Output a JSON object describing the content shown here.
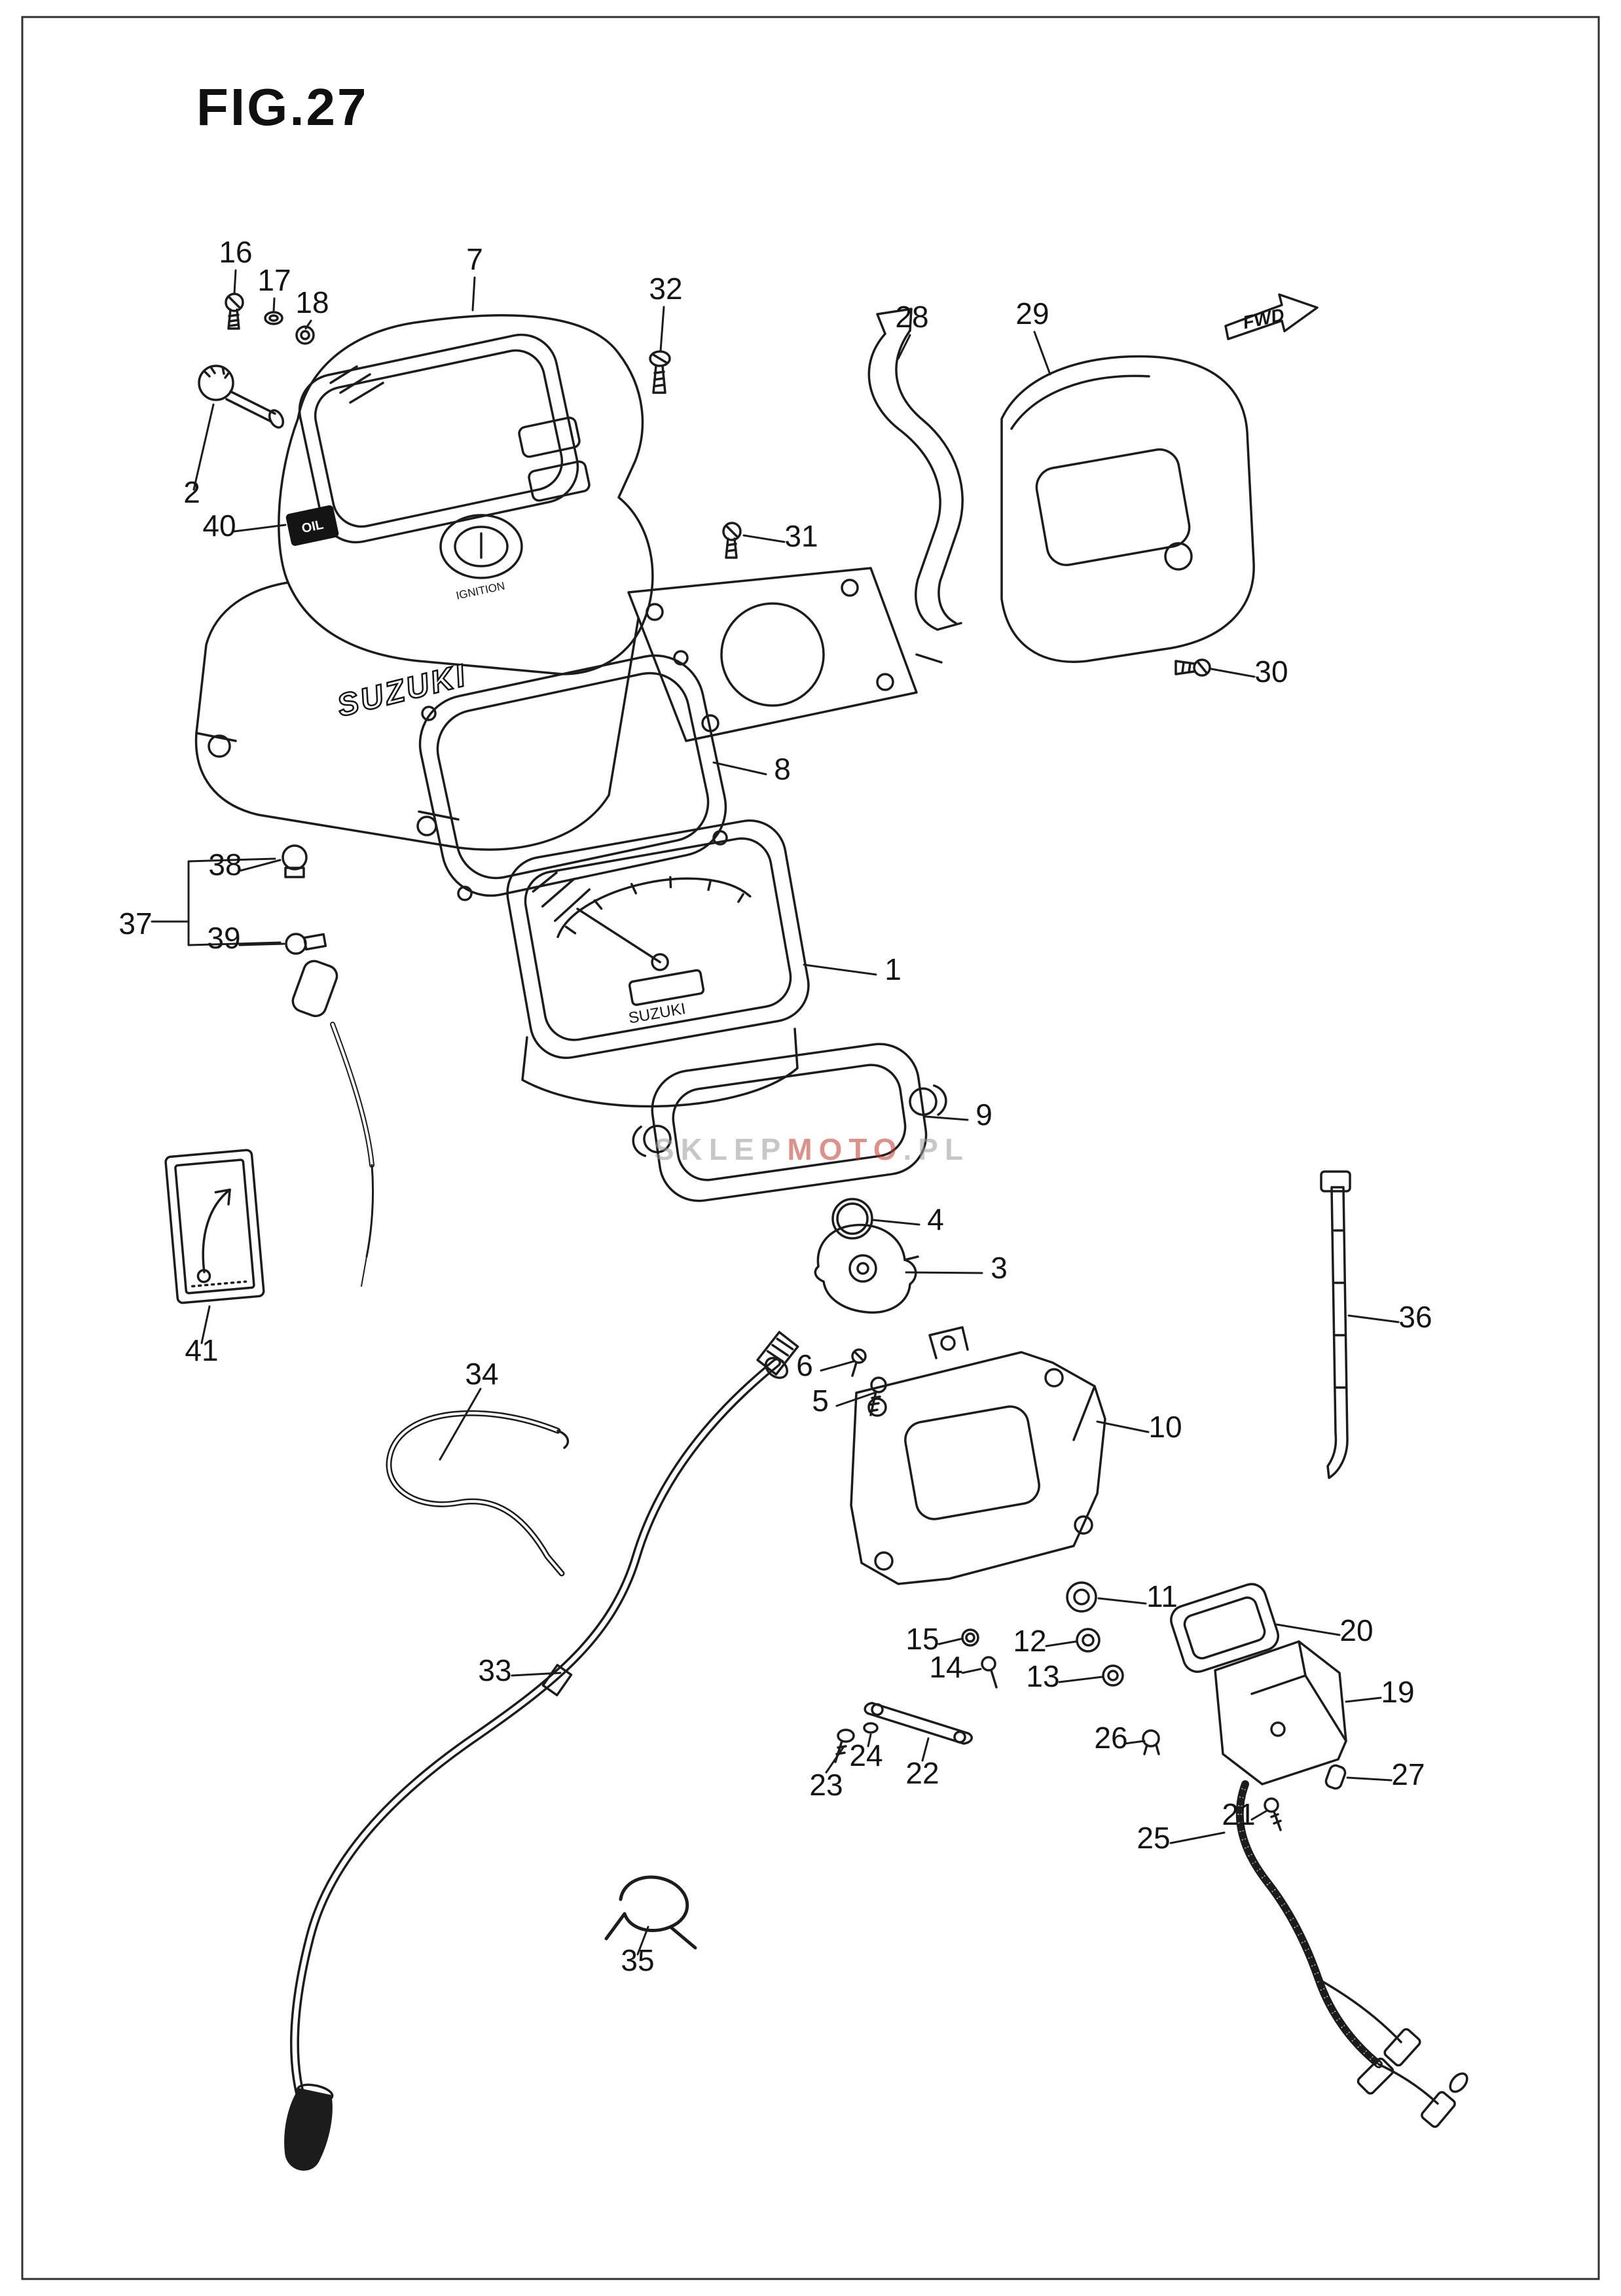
{
  "figure": {
    "title": "FIG.27",
    "fwd_label": "FWD"
  },
  "diagram_labels": {
    "hood_brand": "SUZUKI",
    "meter_brand": "SUZUKI",
    "ignition": "IGNITION",
    "oil": "OIL"
  },
  "watermark": {
    "part1": "SKLEP",
    "part2": "MOTO",
    "part3": ".PL"
  },
  "colors": {
    "line": "#1c1c1c",
    "watermark_gray": "#9b9b9b",
    "watermark_red": "#c0392b"
  },
  "callouts": {
    "n1": "1",
    "n2": "2",
    "n3": "3",
    "n4": "4",
    "n5": "5",
    "n6": "6",
    "n7": "7",
    "n8": "8",
    "n9": "9",
    "n10": "10",
    "n11": "11",
    "n12": "12",
    "n13": "13",
    "n14": "14",
    "n15": "15",
    "n16": "16",
    "n17": "17",
    "n18": "18",
    "n19": "19",
    "n20": "20",
    "n21": "21",
    "n22": "22",
    "n23": "23",
    "n24": "24",
    "n25": "25",
    "n26": "26",
    "n27": "27",
    "n28": "28",
    "n29": "29",
    "n30": "30",
    "n31": "31",
    "n32": "32",
    "n33": "33",
    "n34": "34",
    "n35": "35",
    "n36": "36",
    "n37": "37",
    "n38": "38",
    "n39": "39",
    "n40": "40",
    "n41": "41"
  }
}
